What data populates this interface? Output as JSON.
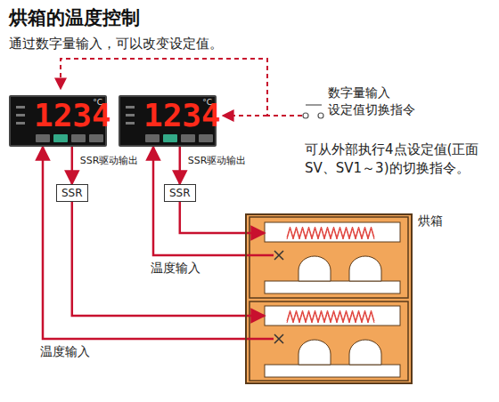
{
  "diagram": {
    "title": "烘箱的温度控制",
    "nodes": [
      {
        "text": [
          "1234",
          "°C"
        ]
      },
      {
        "text": [
          "1234",
          "°C"
        ]
      },
      {
        "text": [
          "SSR"
        ]
      },
      {
        "text": [
          "SSR"
        ]
      },
      {
        "text": [
          "烘箱"
        ]
      }
    ],
    "edges": [
      {
        "from": 0,
        "to": 2,
        "label": "SSR驱动输出",
        "arrow": "to"
      },
      {
        "from": 1,
        "to": 3,
        "label": "SSR驱动输出",
        "arrow": "to"
      },
      {
        "from": 2,
        "to": 4,
        "arrow": "to"
      },
      {
        "from": 3,
        "to": 4,
        "arrow": "to"
      },
      {
        "from": 4,
        "to": 0,
        "label": "温度输入",
        "arrow": "to"
      },
      {
        "from": 4,
        "to": 1,
        "label": "温度输入",
        "arrow": "to"
      }
    ],
    "labels": [
      "通过数字量输入，可以改变设定值。",
      "数字量输入",
      "设定值切换指令",
      "可从外部执行4点设定值(正面SV、SV1～3)的切换指令。"
    ]
  }
}
